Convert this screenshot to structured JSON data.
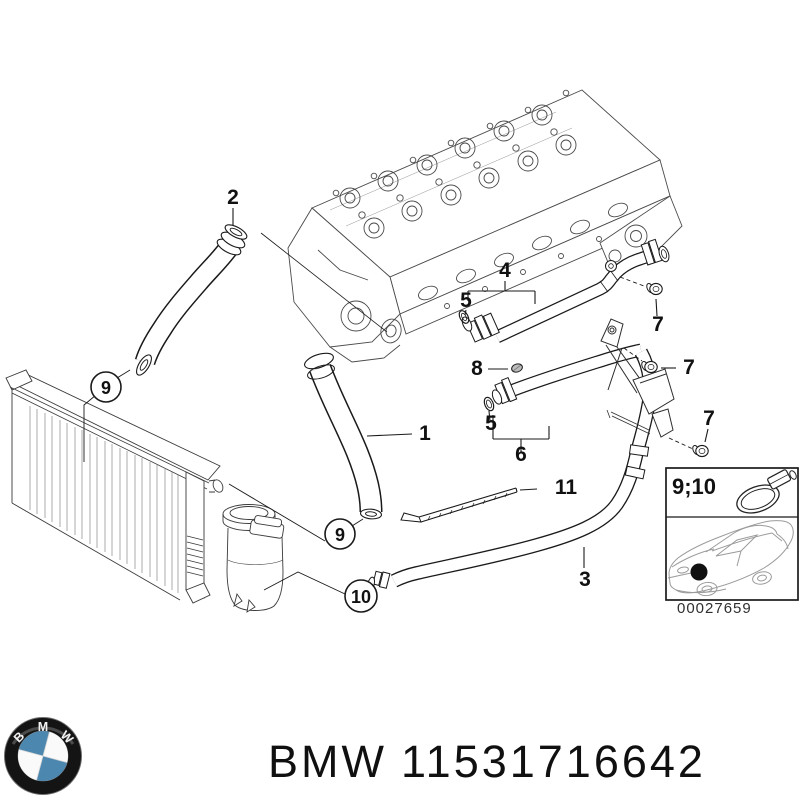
{
  "colors": {
    "line": "#1a1a1a",
    "engine_line": "#4a4a4a",
    "inset_car_line": "#9b9b9b",
    "logo_blue": "#4c87b0",
    "logo_ring": "#141414"
  },
  "diagram": {
    "callouts": {
      "c1": "1",
      "c2": "2",
      "c3": "3",
      "c4": "4",
      "c5": "5",
      "c6": "6",
      "c7": "7",
      "c8": "8",
      "c9": "9",
      "c10": "10",
      "c11": "11"
    },
    "inset": {
      "ref_label": "9;10",
      "image_number": "00027659"
    }
  },
  "footer": {
    "brand": "BMW",
    "part_number": "11531716642",
    "logo_letters": [
      "B",
      "M",
      "W"
    ]
  }
}
